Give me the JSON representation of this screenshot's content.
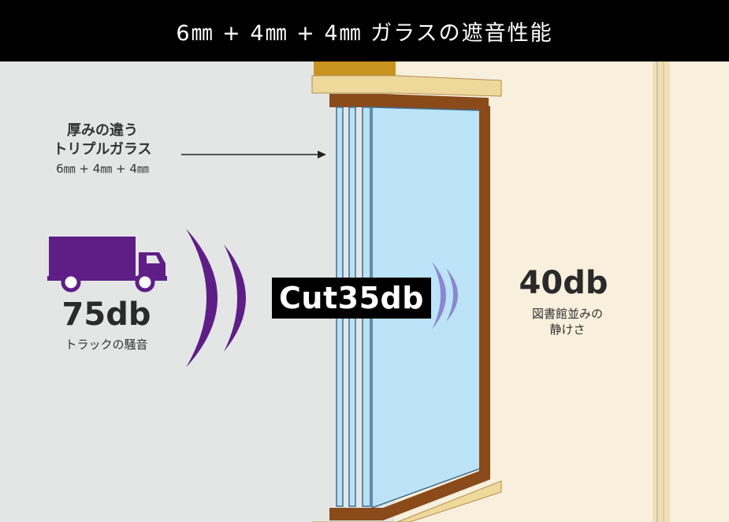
{
  "header": {
    "title": "6㎜ + 4㎜ + 4㎜ ガラスの遮音性能"
  },
  "glass_label": {
    "line1": "厚みの違う",
    "line2": "トリプルガラス",
    "line3": "6㎜ + 4㎜ + 4㎜"
  },
  "outdoor": {
    "level": "75db",
    "caption": "トラックの騒音"
  },
  "reduction": {
    "label": "Cut35db"
  },
  "indoor": {
    "level": "40db",
    "caption_line1": "図書館並みの",
    "caption_line2": "静けさ"
  },
  "colors": {
    "header_bg": "#000000",
    "truck": "#5e1e86",
    "wave_outdoor": "#5e1e86",
    "wave_indoor": "#8a86cf",
    "glass": "#b9e2f6",
    "wood_frame": "#8a4a1a",
    "trim": "#efd99a",
    "indoor_wall": "#f8efdd",
    "outdoor_wall": "#e4e6e6"
  },
  "icons": {
    "truck": "truck-icon",
    "arrow": "arrow-right-icon"
  }
}
